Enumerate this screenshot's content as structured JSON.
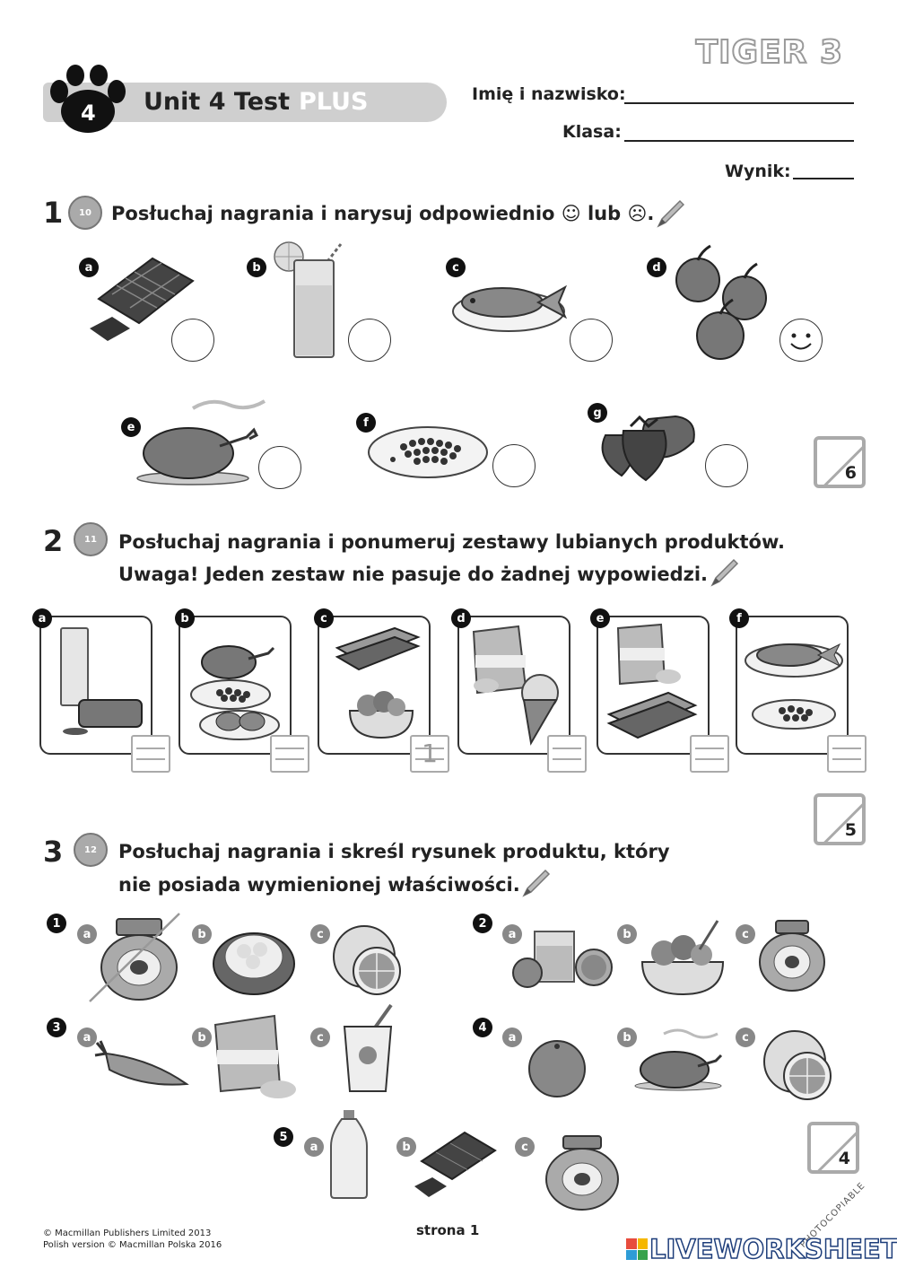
{
  "header": {
    "brand": "TIGER 3",
    "unit_badge": "4",
    "unit_title": "Unit 4 Test",
    "unit_plus": "PLUS",
    "name_label": "Imię i nazwisko:",
    "class_label": "Klasa:",
    "score_label": "Wynik:"
  },
  "q1": {
    "number": "1",
    "cd": "10",
    "instruction": "Posłuchaj nagrania i narysuj odpowiednio ☺ lub ☹.",
    "items": [
      {
        "letter": "a",
        "food": "chocolate"
      },
      {
        "letter": "b",
        "food": "lemonade"
      },
      {
        "letter": "c",
        "food": "fish"
      },
      {
        "letter": "d",
        "food": "apples",
        "answer": "☺"
      },
      {
        "letter": "e",
        "food": "chicken"
      },
      {
        "letter": "f",
        "food": "peas"
      },
      {
        "letter": "g",
        "food": "strawberries"
      }
    ],
    "score": "6"
  },
  "q2": {
    "number": "2",
    "cd": "11",
    "instruction_line1": "Posłuchaj nagrania i ponumeruj zestawy lubianych produktów.",
    "instruction_line2": "Uwaga! Jeden zestaw nie pasuje do żadnej wypowiedzi.",
    "cards": [
      {
        "letter": "a",
        "answer": ""
      },
      {
        "letter": "b",
        "answer": ""
      },
      {
        "letter": "c",
        "answer": "1"
      },
      {
        "letter": "d",
        "answer": ""
      },
      {
        "letter": "e",
        "answer": ""
      },
      {
        "letter": "f",
        "answer": ""
      }
    ],
    "score": "5"
  },
  "q3": {
    "number": "3",
    "cd": "12",
    "instruction_line1": "Posłuchaj nagrania i skreśl rysunek produktu, który",
    "instruction_line2": "nie posiada wymienionej właściwości.",
    "groups": [
      {
        "number": "1",
        "options": [
          "a",
          "b",
          "c"
        ]
      },
      {
        "number": "2",
        "options": [
          "a",
          "b",
          "c"
        ]
      },
      {
        "number": "3",
        "options": [
          "a",
          "b",
          "c"
        ]
      },
      {
        "number": "4",
        "options": [
          "a",
          "b",
          "c"
        ]
      },
      {
        "number": "5",
        "options": [
          "a",
          "b",
          "c"
        ]
      }
    ],
    "score": "4"
  },
  "footer": {
    "copyright1": "© Macmillan Publishers Limited 2013",
    "copyright2": "Polish version © Macmillan Polska 2016",
    "page": "strona 1",
    "photocopiable": "PHOTOCOPIABLE",
    "liveworksheets": "LIVEWORKSHEETS"
  },
  "colors": {
    "ink": "#222222",
    "grey": "#aaaaaa",
    "banner": "#cfcfcf",
    "lw_blue": "#1d3d7a"
  }
}
